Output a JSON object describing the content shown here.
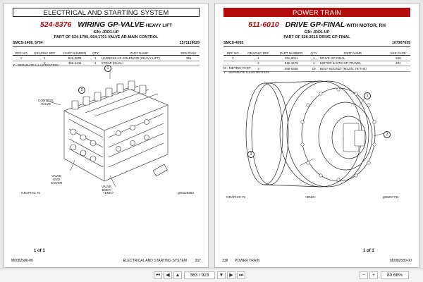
{
  "left_page": {
    "section": "ELECTRICAL AND STARTING SYSTEM",
    "part_number": "524-8376",
    "title": "WIRING GP-VALVE",
    "title_suffix": "-HEAVY LIFT",
    "serial": "S/N: JRD1-UP",
    "part_of": "PART OF 524-1790, 554-1701 VALVE AR-MAIN CONTROL",
    "ref_left": "SMCS-1408, 5734",
    "ref_right": "1571119029",
    "table_headers": [
      "REF NO",
      "GRAPHIC REF",
      "PART NUMBER",
      "QTY",
      "PART NAME",
      "SEE PAGE"
    ],
    "rows": [
      {
        "note": "Y",
        "gref": "1",
        "pn": "525-3621",
        "qty": "1",
        "name": "HARNESS AS-SOLENOID (HEAVY LIFT)",
        "page": "339"
      },
      {
        "note": "",
        "gref": "2",
        "pn": "356-1611",
        "qty": "1",
        "name": "STRAP (DUAL)",
        "page": ""
      }
    ],
    "note": "Y - SEPARATE ILLUSTRATION",
    "callouts": {
      "control_valve": "CONTROL\nVALVE",
      "valve_end_cover": "VALVE\nEND\nCOVER",
      "valve_body": "VALVE\nBODY"
    },
    "bubbles": [
      "1",
      "2"
    ],
    "graphic_label": "GRAPHIC #1",
    "end_label": "<END>",
    "figure_id": "g06225853",
    "page_of": "1 of 1",
    "footer_left": "M0082580-00",
    "footer_right": "ELECTRICAL AND STARTING SYSTEM",
    "page_number": "337"
  },
  "right_page": {
    "section": "POWER TRAIN",
    "part_number": "511-6010",
    "title": "DRIVE GP-FINAL",
    "title_suffix": "-WITH MOTOR, RH",
    "serial": "S/N: JRD1-UP",
    "part_of": "PART OF 525-2615 DRIVE GP-FINAL",
    "ref_left": "SMCS-4055",
    "ref_right": "107307635",
    "table_headers": [
      "REF NO",
      "GRAPHIC REF",
      "PART NUMBER",
      "QTY",
      "PART NAME",
      "SEE PAGE"
    ],
    "rows": [
      {
        "note": "Y",
        "gref": "1",
        "pn": "511-6011",
        "qty": "1",
        "name": "DRIVE GP-FINAL",
        "page": "339"
      },
      {
        "note": "",
        "gref": "2",
        "pn": "516-3478",
        "qty": "1",
        "name": "MOTOR & MTG GP-TRAVEL",
        "page": "401"
      },
      {
        "note": "",
        "gref": "3",
        "pn": "266-5348",
        "qty": "18",
        "name": "BOLT-SOCKET (M12X1.75-TH0)",
        "page": ""
      }
    ],
    "notes": [
      "M - METRIC PART",
      "Y - SEPARATE ILLUSTRATION"
    ],
    "bubbles": [
      "1",
      "2",
      "3"
    ],
    "graphic_label": "GRAPHIC #1",
    "end_label": "<END>",
    "figure_id": "g06257711",
    "page_of": "1 of 1",
    "footer_left": "338",
    "footer_mid": "POWER TRAIN",
    "footer_right": "M0082580-00"
  },
  "toolbar": {
    "page_box": "363 / 923",
    "zoom": "80.68%",
    "icons": [
      "first-page-icon",
      "prev-page-icon",
      "next-page-icon",
      "last-page-icon",
      "zoom-out-icon",
      "zoom-in-icon"
    ]
  }
}
